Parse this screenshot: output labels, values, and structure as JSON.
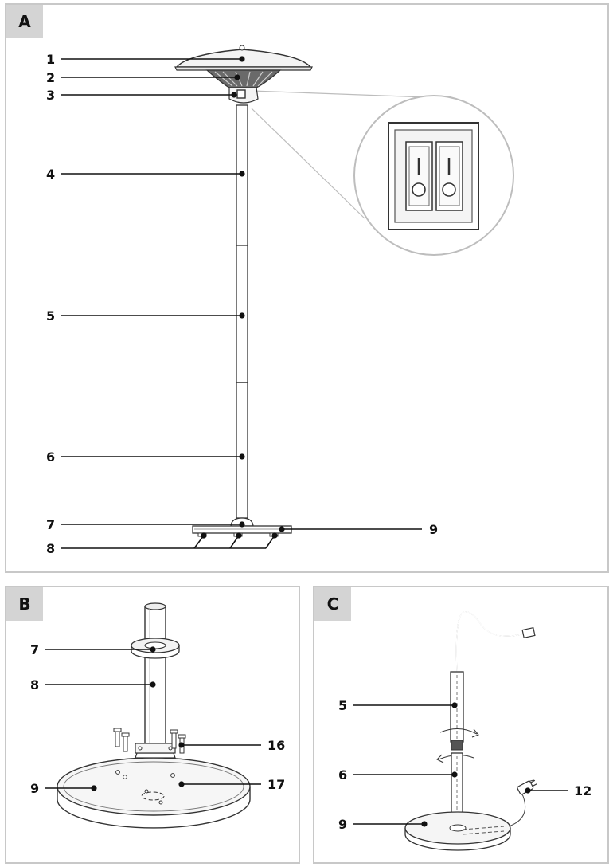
{
  "figure": {
    "panels": [
      {
        "label": "A",
        "callouts": [
          "1",
          "2",
          "3",
          "4",
          "5",
          "6",
          "7",
          "8",
          "9"
        ]
      },
      {
        "label": "B",
        "callouts": [
          "7",
          "8",
          "9",
          "16",
          "17"
        ]
      },
      {
        "label": "C",
        "callouts": [
          "5",
          "6",
          "9",
          "12"
        ]
      }
    ]
  }
}
